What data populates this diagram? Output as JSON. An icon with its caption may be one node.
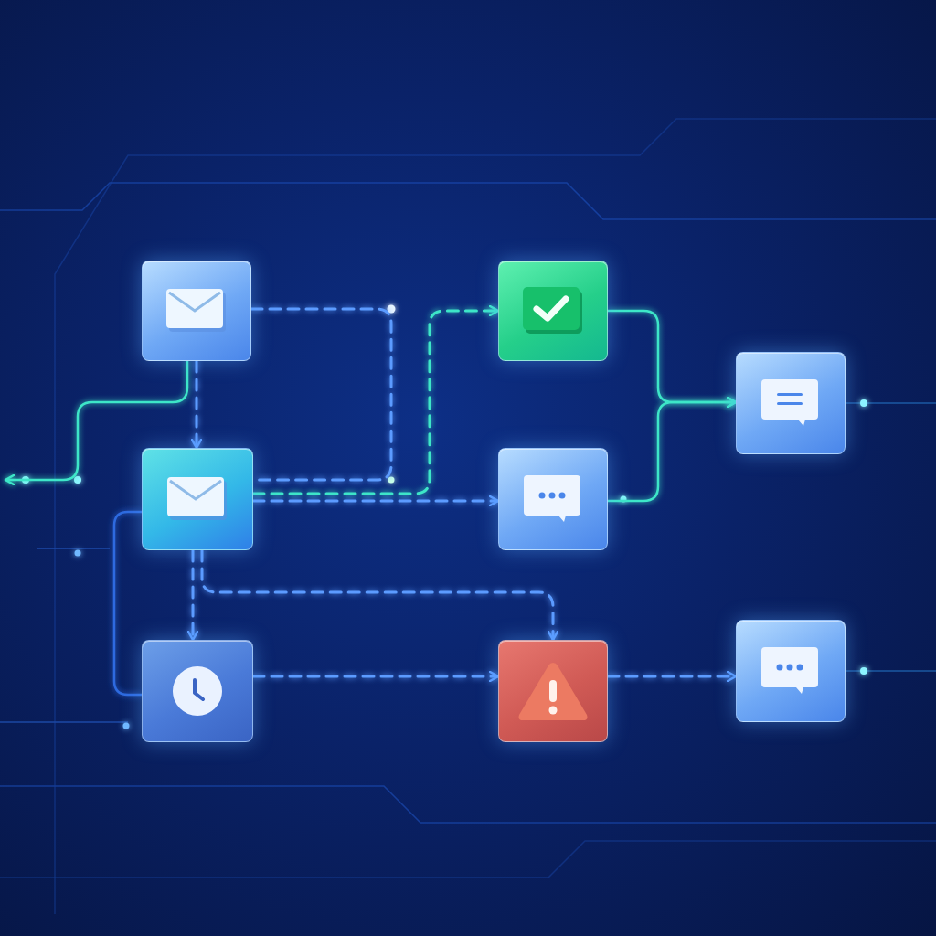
{
  "diagram": {
    "nodes": [
      {
        "text": [],
        "shape": "box"
      },
      {
        "text": [],
        "shape": "box"
      },
      {
        "text": [],
        "shape": "box"
      },
      {
        "text": [],
        "shape": "box"
      },
      {
        "text": [],
        "shape": "box"
      },
      {
        "text": [],
        "shape": "box"
      },
      {
        "text": [],
        "shape": "box"
      },
      {
        "text": [],
        "shape": "box"
      }
    ],
    "edges": [
      {
        "from": 0,
        "to": 2,
        "arrow": "to",
        "style": "dashed"
      },
      {
        "from": 0,
        "to": 2,
        "arrow": "none",
        "style": "dashed"
      },
      {
        "from": 2,
        "to": 1,
        "arrow": "to",
        "style": "dashed",
        "color": "#3ee6c8"
      },
      {
        "from": 2,
        "to": 3,
        "arrow": "to",
        "style": "dashed"
      },
      {
        "from": 1,
        "to": 4,
        "arrow": "to",
        "color": "#3ee6c8"
      },
      {
        "from": 3,
        "to": 4,
        "arrow": "to",
        "color": "#3ee6c8"
      },
      {
        "from": 2,
        "to": 6,
        "arrow": "to",
        "style": "dashed"
      },
      {
        "from": 2,
        "to": 5,
        "arrow": "to",
        "style": "dashed"
      },
      {
        "from": 5,
        "to": 6,
        "arrow": "to",
        "style": "dashed"
      },
      {
        "from": 6,
        "to": 7,
        "arrow": "to",
        "style": "dashed"
      },
      {
        "from": 0,
        "to": null,
        "arrow": "to",
        "color": "#3ee6c8"
      },
      {
        "from": 2,
        "to": 5,
        "arrow": "none",
        "color": "#2d6be0"
      }
    ]
  }
}
